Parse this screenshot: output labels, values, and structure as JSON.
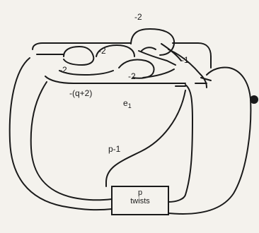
{
  "labels": {
    "top_minus2": "-2",
    "inner_minus2_a": "-2",
    "inner_minus2_b": "-2",
    "inner_minus2_c": "-2",
    "minus1": "-1",
    "q_label": "-(q+2)",
    "e_label": "e",
    "e_sub": "1",
    "p_minus1": "p-1",
    "box_p": "p",
    "box_twists": "twists"
  },
  "colors": {
    "ink": "#1a1a1a",
    "paper": "#f4f2ed"
  }
}
